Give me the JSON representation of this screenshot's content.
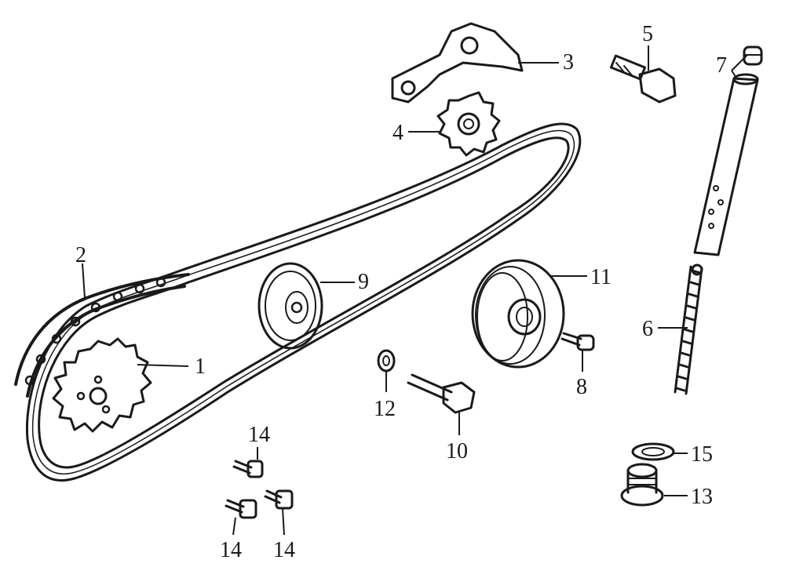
{
  "diagram": {
    "callouts": {
      "c1": "1",
      "c2": "2",
      "c3": "3",
      "c4": "4",
      "c5": "5",
      "c6": "6",
      "c7": "7",
      "c8": "8",
      "c9": "9",
      "c10": "10",
      "c11": "11",
      "c12": "12",
      "c13": "13",
      "c14a": "14",
      "c14b": "14",
      "c14c": "14",
      "c15": "15"
    }
  }
}
